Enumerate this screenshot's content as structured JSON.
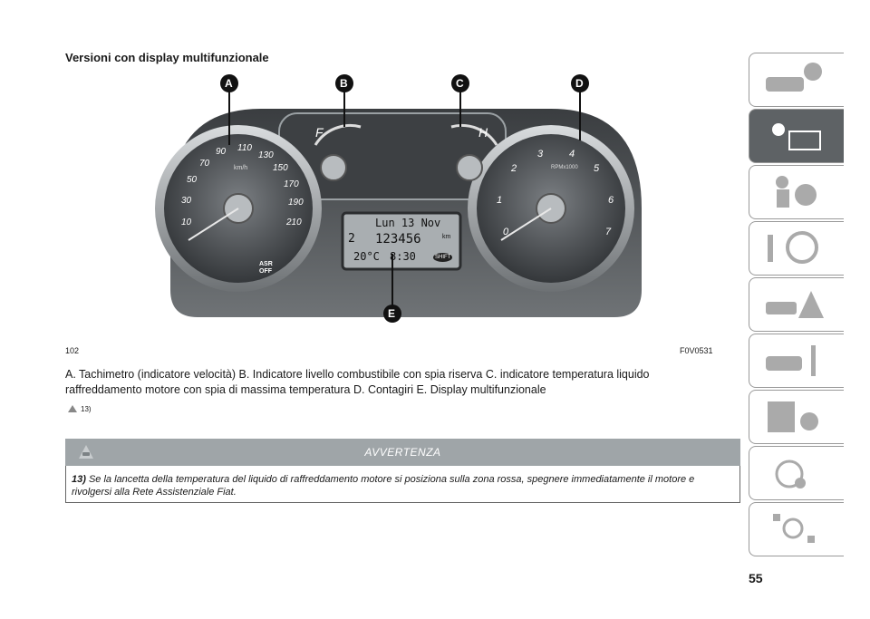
{
  "section_title": "Versioni con display multifunzionale",
  "figure": {
    "callouts": [
      "A",
      "B",
      "C",
      "D",
      "E"
    ],
    "number": "102",
    "code": "F0V0531",
    "speedo_labels": [
      "10",
      "30",
      "50",
      "70",
      "90",
      "110",
      "130",
      "150",
      "170",
      "190",
      "210"
    ],
    "speedo_unit": "km/h",
    "tacho_labels": [
      "0",
      "1",
      "2",
      "3",
      "4",
      "5",
      "6",
      "7"
    ],
    "tacho_unit": "RPMx1000",
    "fuel_letter": "F",
    "temp_letter": "H",
    "display_date": "Lun 13 Nov",
    "display_odo": "123456",
    "display_trip": "2",
    "display_km": "km",
    "display_temp": "20°C",
    "display_time": "8:30",
    "shift_label": "SHIFT",
    "asr_label": "ASR OFF"
  },
  "caption": "A. Tachimetro (indicatore velocità) B. Indicatore livello combustibile con spia riserva C. indicatore temperatura liquido raffreddamento motore con spia di massima temperatura D. Contagiri E. Display multifunzionale",
  "note_ref": "13)",
  "warning": {
    "title": "AVVERTENZA",
    "number": "13)",
    "text": "Se la lancetta della temperatura del liquido di raffreddamento motore si posiziona sulla zona rossa, spegnere immediatamente il motore e rivolgersi alla Rete Assistenziale Fiat."
  },
  "page_number": "55",
  "sidebar_tabs": [
    "car-info-icon",
    "warning-light-message-icon",
    "airbag-seat-icon",
    "steering-key-icon",
    "accident-warning-icon",
    "car-tools-icon",
    "technical-data-icon",
    "multimedia-icon",
    "index-letters-icon"
  ]
}
